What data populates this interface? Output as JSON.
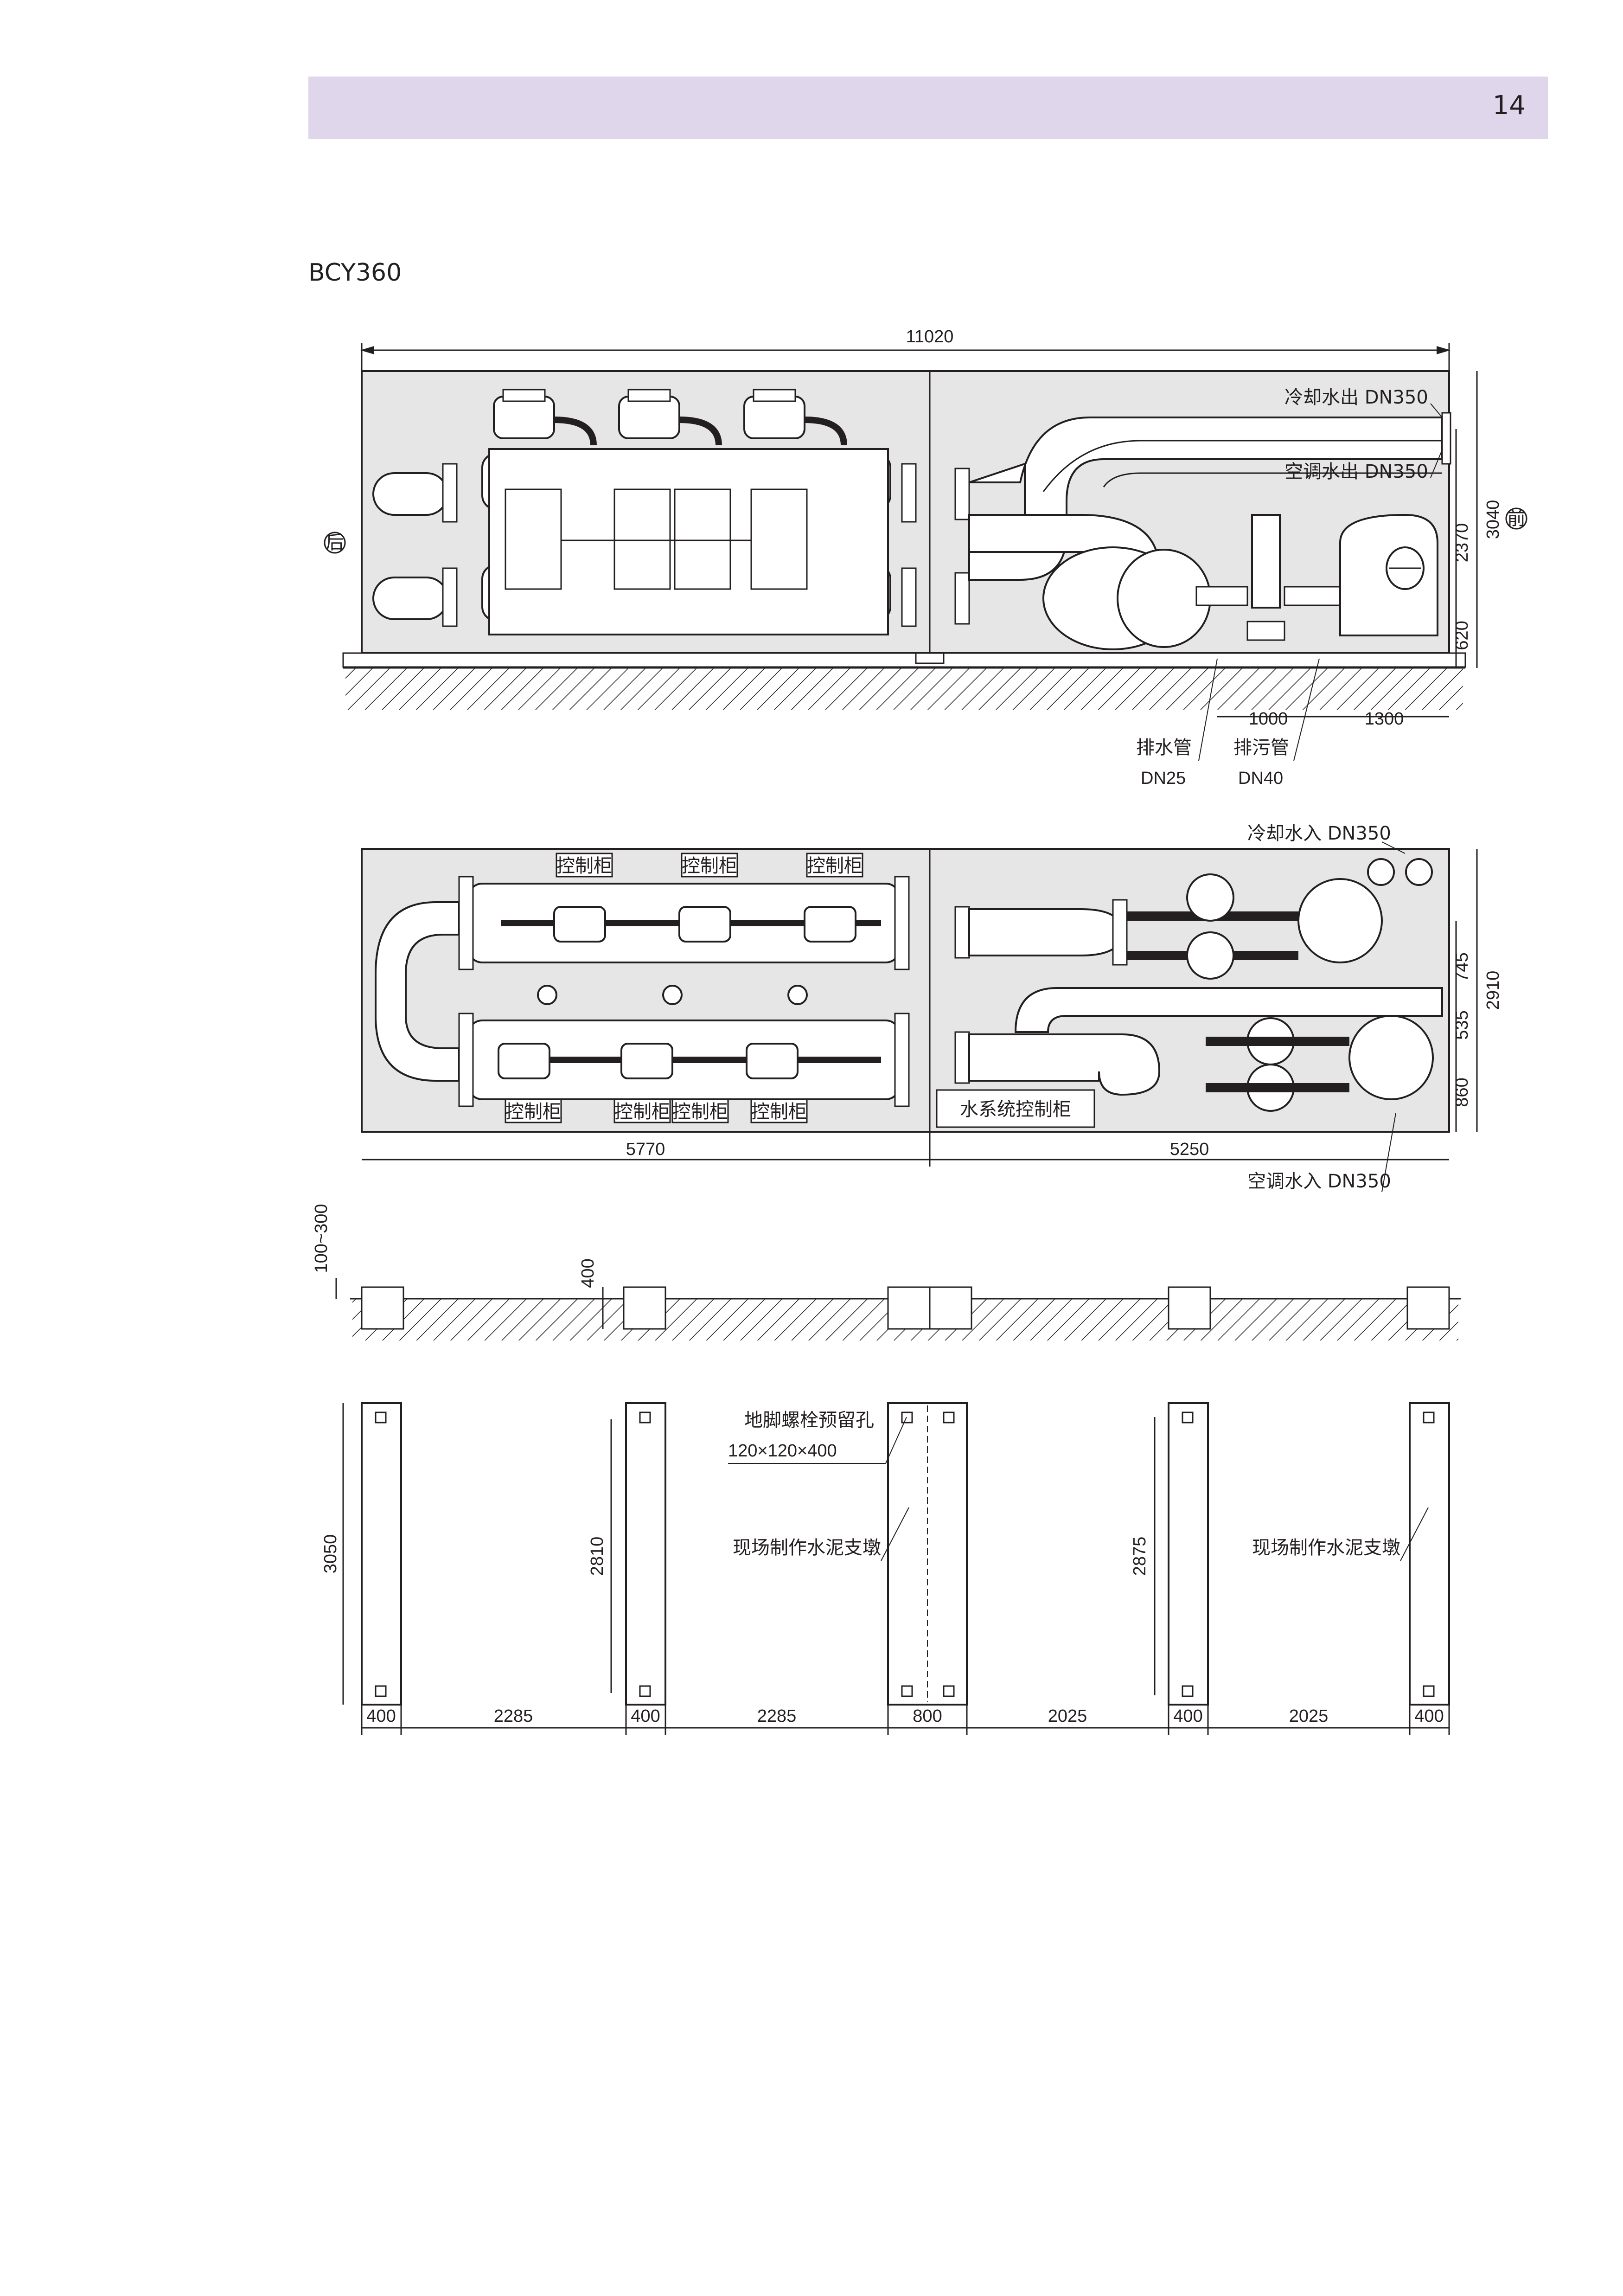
{
  "colors": {
    "header_band": "#e0d6eb",
    "machine_fill": "#e6e6e7",
    "line": "#231f20"
  },
  "header": {
    "page_number": "14"
  },
  "model": "BCY360",
  "elevation_view": {
    "overall_length": "11020",
    "labels": {
      "cooling_water_out": "冷却水出 DN350",
      "ac_water_out": "空调水出 DN350",
      "rear": "后",
      "front": "前",
      "drain_pipe": "排水管",
      "drain_pipe_size": "DN25",
      "sewage_pipe": "排污管",
      "sewage_pipe_size": "DN40"
    },
    "dimensions": {
      "height_total": "3040",
      "height_upper": "2370",
      "height_base": "620",
      "drain_offset": "1000",
      "sewage_offset": "1300"
    }
  },
  "plan_view": {
    "labels": {
      "cooling_water_in": "冷却水入 DN350",
      "ac_water_in": "空调水入 DN350",
      "control_cabinet": "控制柜",
      "water_system_cabinet": "水系统控制柜"
    },
    "dimensions": {
      "left_section": "5770",
      "right_section": "5250",
      "width_total": "2910",
      "d1": "745",
      "d2": "535",
      "d3": "860"
    }
  },
  "foundation_section": {
    "height_range": "100~300",
    "pier_depth": "400"
  },
  "foundation_plan": {
    "labels": {
      "anchor_hole": "地脚螺栓预留孔",
      "anchor_hole_size": "120×120×400",
      "pier_note_1": "现场制作水泥支墩",
      "pier_note_2": "现场制作水泥支墩"
    },
    "heights": {
      "left": "3050",
      "second": "2810",
      "fourth": "2875"
    },
    "spans": [
      "400",
      "2285",
      "400",
      "2285",
      "800",
      "2025",
      "400",
      "2025",
      "400"
    ]
  }
}
